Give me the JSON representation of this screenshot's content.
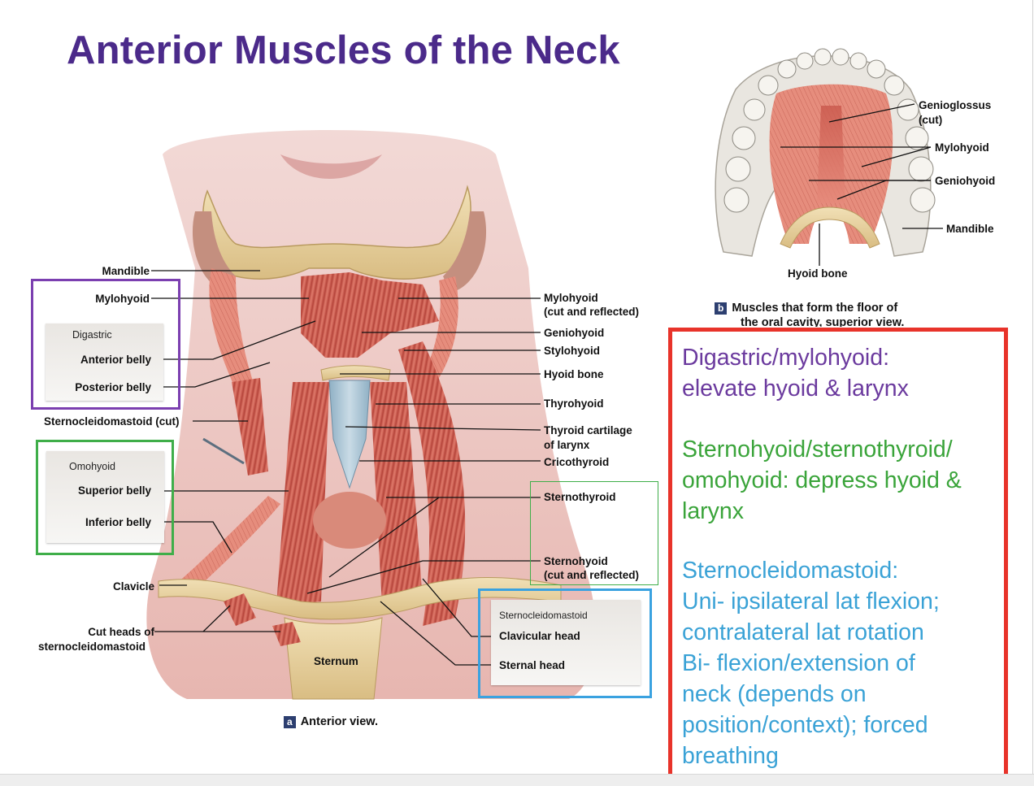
{
  "title": "Anterior Muscles of the Neck",
  "panel_a": {
    "caption_letter": "a",
    "caption_text": "Anterior view.",
    "left_labels": {
      "mandible": "Mandible",
      "mylohyoid": "Mylohyoid",
      "digastric_group": "Digastric",
      "anterior_belly": "Anterior belly",
      "posterior_belly": "Posterior belly",
      "scm_cut": "Sternocleidomastoid (cut)",
      "omohyoid_group": "Omohyoid",
      "superior_belly": "Superior belly",
      "inferior_belly": "Inferior belly",
      "clavicle": "Clavicle",
      "cut_heads_line1": "Cut heads of",
      "cut_heads_line2": "sternocleidomastoid",
      "sternum": "Sternum"
    },
    "right_labels": {
      "mylohyoid_line1": "Mylohyoid",
      "mylohyoid_line2": "(cut and reflected)",
      "geniohyoid": "Geniohyoid",
      "stylohyoid": "Stylohyoid",
      "hyoid_bone": "Hyoid bone",
      "thyrohyoid": "Thyrohyoid",
      "thyroid_cartilage_line1": "Thyroid cartilage",
      "thyroid_cartilage_line2": "of larynx",
      "cricothyroid": "Cricothyroid",
      "sternothyroid": "Sternothyroid",
      "sternohyoid_line1": "Sternohyoid",
      "sternohyoid_line2": "(cut and reflected)",
      "scm_group": "Sternocleidomastoid",
      "clavicular_head": "Clavicular head",
      "sternal_head": "Sternal head"
    }
  },
  "panel_b": {
    "labels": {
      "genioglossus_line1": "Genioglossus",
      "genioglossus_line2": "(cut)",
      "mylohyoid": "Mylohyoid",
      "geniohyoid": "Geniohyoid",
      "mandible": "Mandible",
      "hyoid_bone": "Hyoid bone"
    },
    "caption_letter": "b",
    "caption_line1": "Muscles that form the floor of",
    "caption_line2": "the oral cavity, superior view."
  },
  "notes": {
    "digastric": "Digastric/mylohyoid:\nelevate hyoid & larynx",
    "infrahyoid": "Sternohyoid/sternothyroid/\nomohyoid: depress hyoid &\nlarynx",
    "scm": "Sternocleidomastoid:\nUni- ipsilateral lat flexion;\ncontralateral lat rotation\nBi- flexion/extension of\nneck (depends on\nposition/context); forced\nbreathing"
  },
  "colors": {
    "title": "#4b2a8a",
    "purple_box": "#7b3fb0",
    "green_box": "#3fae49",
    "blue_box": "#3aa2e0",
    "red_box": "#e8332a",
    "note_purple": "#6b3a9e",
    "note_green": "#3aa43a",
    "note_blue": "#3aa2d6",
    "muscle": "#d9675a",
    "bone": "#e9d3a1"
  }
}
